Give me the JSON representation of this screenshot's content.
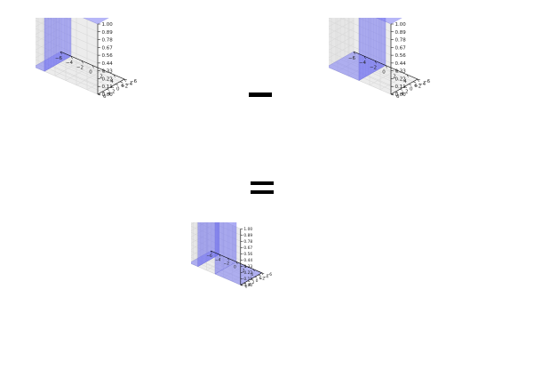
{
  "colors": {
    "surface_fill": "#7b7bf2",
    "surface_edge": "#4040d0",
    "pane": "#f2f2f2",
    "grid": "#d6d6d6",
    "axis": "#000000",
    "tick_text": "#222222"
  },
  "operators": {
    "minus": "−",
    "equals": "="
  },
  "chart_data": [
    {
      "type": "surface",
      "name": "top-left",
      "z_range": [
        0,
        1
      ],
      "x_ticks": [
        "−6",
        "−4",
        "−2",
        "0",
        "2",
        "4",
        "6"
      ],
      "y_ticks": [
        "−6",
        "−4",
        "−2",
        "0",
        "2",
        "4",
        "6"
      ],
      "z_ticks": [
        "0.00",
        "0.11",
        "0.22",
        "0.33",
        "0.44",
        "0.56",
        "0.67",
        "0.78",
        "0.89",
        "1.00"
      ],
      "step_x": -4
    },
    {
      "type": "surface",
      "name": "top-right",
      "z_range": [
        0,
        1
      ],
      "x_ticks": [
        "−6",
        "−4",
        "−2",
        "0",
        "2",
        "4",
        "6"
      ],
      "y_ticks": [
        "−6",
        "−4",
        "−2",
        "0",
        "2",
        "4",
        "6"
      ],
      "z_ticks": [
        "0.00",
        "0.11",
        "0.22",
        "0.33",
        "0.44",
        "0.56",
        "0.67",
        "0.78",
        "0.89",
        "1.00"
      ],
      "step_x": 0
    },
    {
      "type": "surface",
      "name": "bottom-result",
      "z_range": [
        0,
        1
      ],
      "x_ticks": [
        "−6",
        "−4",
        "−2",
        "0",
        "2",
        "4",
        "6"
      ],
      "y_ticks": [
        "−6",
        "−4",
        "−2",
        "0",
        "2",
        "4",
        "6"
      ],
      "z_ticks": [
        "0.00",
        "0.11",
        "0.22",
        "0.33",
        "0.44",
        "0.56",
        "0.67",
        "0.78",
        "0.89",
        "1.00"
      ],
      "band_x": [
        -4,
        0
      ]
    }
  ]
}
